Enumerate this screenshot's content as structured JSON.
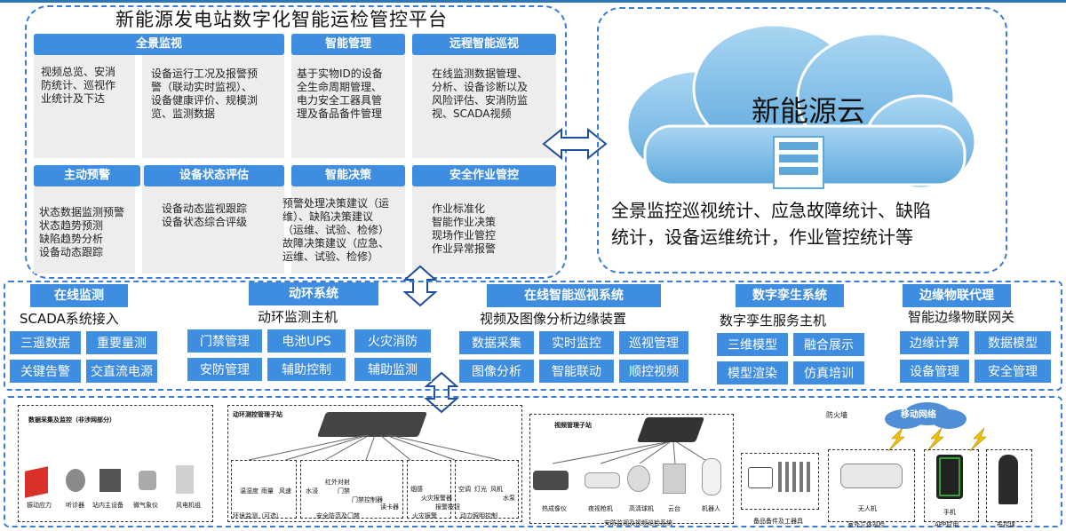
{
  "platform": {
    "title": "新能源发电站数字化智能运检管控平台",
    "modules_top": [
      {
        "header": "全景监视",
        "text": "视频总览、安消\n防统计、巡视作\n业统计及下达"
      },
      {
        "header": "",
        "text": "设备运行工况及报警预\n警（联动实时监视）、\n设备健康评价、规模浏\n览、监测数据"
      },
      {
        "header": "智能管理",
        "text": "基于实物ID的设备\n全生命周期管理、\n电力安全工器具管\n理及备品备件管理"
      },
      {
        "header": "远程智能巡视",
        "text": "在线监测数据管理、\n分析、设备诊断以及\n风险评估、安消防监\n视、SCADA视频"
      }
    ],
    "modules_bottom": [
      {
        "header": "主动预警",
        "text": "状态数据监测预警\n状态趋势预测\n缺陷趋势分析\n设备动态跟踪"
      },
      {
        "header": "设备状态评估",
        "text": "设备动态监视跟踪\n设备状态综合评级"
      },
      {
        "header": "智能决策",
        "text": "预警处理决策建议（运\n维）、缺陷决策建议\n（运维、试验、检修）\n故障决策建议（应急、\n运维、试验、检修）"
      },
      {
        "header": "安全作业管控",
        "text": "作业标准化\n智能作业决策\n现场作业管控\n作业异常报警"
      }
    ]
  },
  "cloud": {
    "name": "新能源云",
    "description": "全景监控巡视统计、应急故障统计、缺陷\n统计，设备运维统计，作业管控统计等"
  },
  "systems": [
    {
      "label": "在线监测",
      "subtitle": "SCADA系统接入",
      "buttons": [
        "三遥数据",
        "重要量测",
        "关键告警",
        "交直流电源"
      ]
    },
    {
      "label": "动环系统",
      "subtitle": "动环监测主机",
      "buttons": [
        "门禁管理",
        "电池UPS",
        "火灾消防",
        "安防管理",
        "辅助控制",
        "辅助监测"
      ]
    },
    {
      "label": "在线智能巡视系统",
      "subtitle": "视频及图像分析边缘装置",
      "buttons": [
        "数据采集",
        "实时监控",
        "巡视管理",
        "图像分析",
        "智能联动",
        "顺控视频"
      ]
    },
    {
      "label": "数字孪生系统",
      "subtitle": "数字孪生服务主机",
      "buttons": [
        "三维模型",
        "融合展示",
        "模型渲染",
        "仿真培训"
      ]
    },
    {
      "label": "边缘物联代理",
      "subtitle": "智能边缘物联网关",
      "buttons": [
        "边缘计算",
        "数据模型",
        "设备管理",
        "安全管理"
      ]
    }
  ],
  "field": {
    "acquisition": {
      "title": "数据采集及监控（非涉网部分）",
      "devices": [
        "振动应力",
        "听诊器",
        "站内主设备",
        "微气象仪",
        "风电机组"
      ]
    },
    "substation": {
      "title": "动环测控管理子站",
      "groups": [
        "环境监测（可选）",
        "安全防范及门禁",
        "火灾报警",
        "动力照明控制"
      ],
      "items": [
        "温湿度",
        "雨量",
        "风速",
        "水浸",
        "红外对射",
        "门禁",
        "门禁控制器",
        "读卡器",
        "烟感",
        "火灾报警器",
        "报警按钮",
        "空调",
        "灯光",
        "风机",
        "水泵"
      ]
    },
    "video": {
      "title": "视频管理子站",
      "devices": [
        "热成像仪",
        "夜视枪机",
        "高清球机",
        "云台",
        "机器人"
      ],
      "footer": "安防监视及视频巡检系统"
    },
    "spares": {
      "footer": "备品备件及工器具"
    },
    "network": {
      "firewall": "防火墙",
      "mobile": "移动网络",
      "devices": [
        "无人机",
        "手机",
        "布控球"
      ],
      "footers": [
        "室外立体巡检",
        "APP应用"
      ]
    }
  },
  "colors": {
    "accent": "#3f8de0",
    "dash": "#3b7dd8",
    "panel": "#ededed",
    "cloud": "#8ec6ea"
  }
}
